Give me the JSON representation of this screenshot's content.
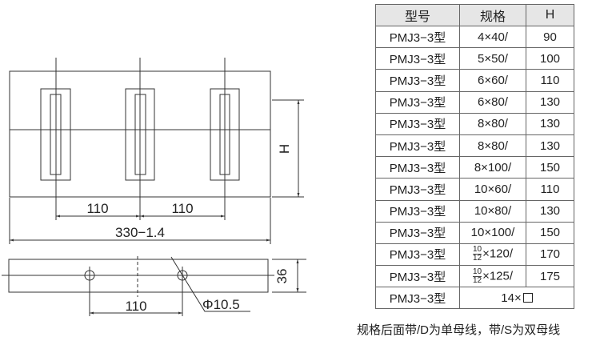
{
  "drawing": {
    "top_view": {
      "spacing_1": "110",
      "spacing_2": "110",
      "overall_width": "330−1.4",
      "height_label": "H"
    },
    "side_view": {
      "spacing": "110",
      "hole_diameter": "Φ10.5",
      "thickness": "36"
    }
  },
  "table": {
    "headers": [
      "型号",
      "规格",
      "H"
    ],
    "rows": [
      {
        "model": "PMJ3−3型",
        "spec": "4×40/",
        "h": "90"
      },
      {
        "model": "PMJ3−3型",
        "spec": "5×50/",
        "h": "100"
      },
      {
        "model": "PMJ3−3型",
        "spec": "6×60/",
        "h": "110"
      },
      {
        "model": "PMJ3−3型",
        "spec": "6×80/",
        "h": "130"
      },
      {
        "model": "PMJ3−3型",
        "spec": "8×80/",
        "h": "130"
      },
      {
        "model": "PMJ3−3型",
        "spec": "8×80/",
        "h": "130"
      },
      {
        "model": "PMJ3−3型",
        "spec": "8×100/",
        "h": "150"
      },
      {
        "model": "PMJ3−3型",
        "spec": "10×60/",
        "h": "110"
      },
      {
        "model": "PMJ3−3型",
        "spec": "10×80/",
        "h": "130"
      },
      {
        "model": "PMJ3−3型",
        "spec": "10×100/",
        "h": "150"
      },
      {
        "model": "PMJ3−3型",
        "spec_num": "10",
        "spec_den": "12",
        "spec": "×120/",
        "h": "170"
      },
      {
        "model": "PMJ3−3型",
        "spec_num": "10",
        "spec_den": "12",
        "spec": "×125/",
        "h": "175"
      },
      {
        "model": "PMJ3−3型",
        "spec": "14×",
        "spec_box": true,
        "merged": true
      }
    ]
  },
  "footnote": "规格后面带/D为单母线，带/S为双母线"
}
